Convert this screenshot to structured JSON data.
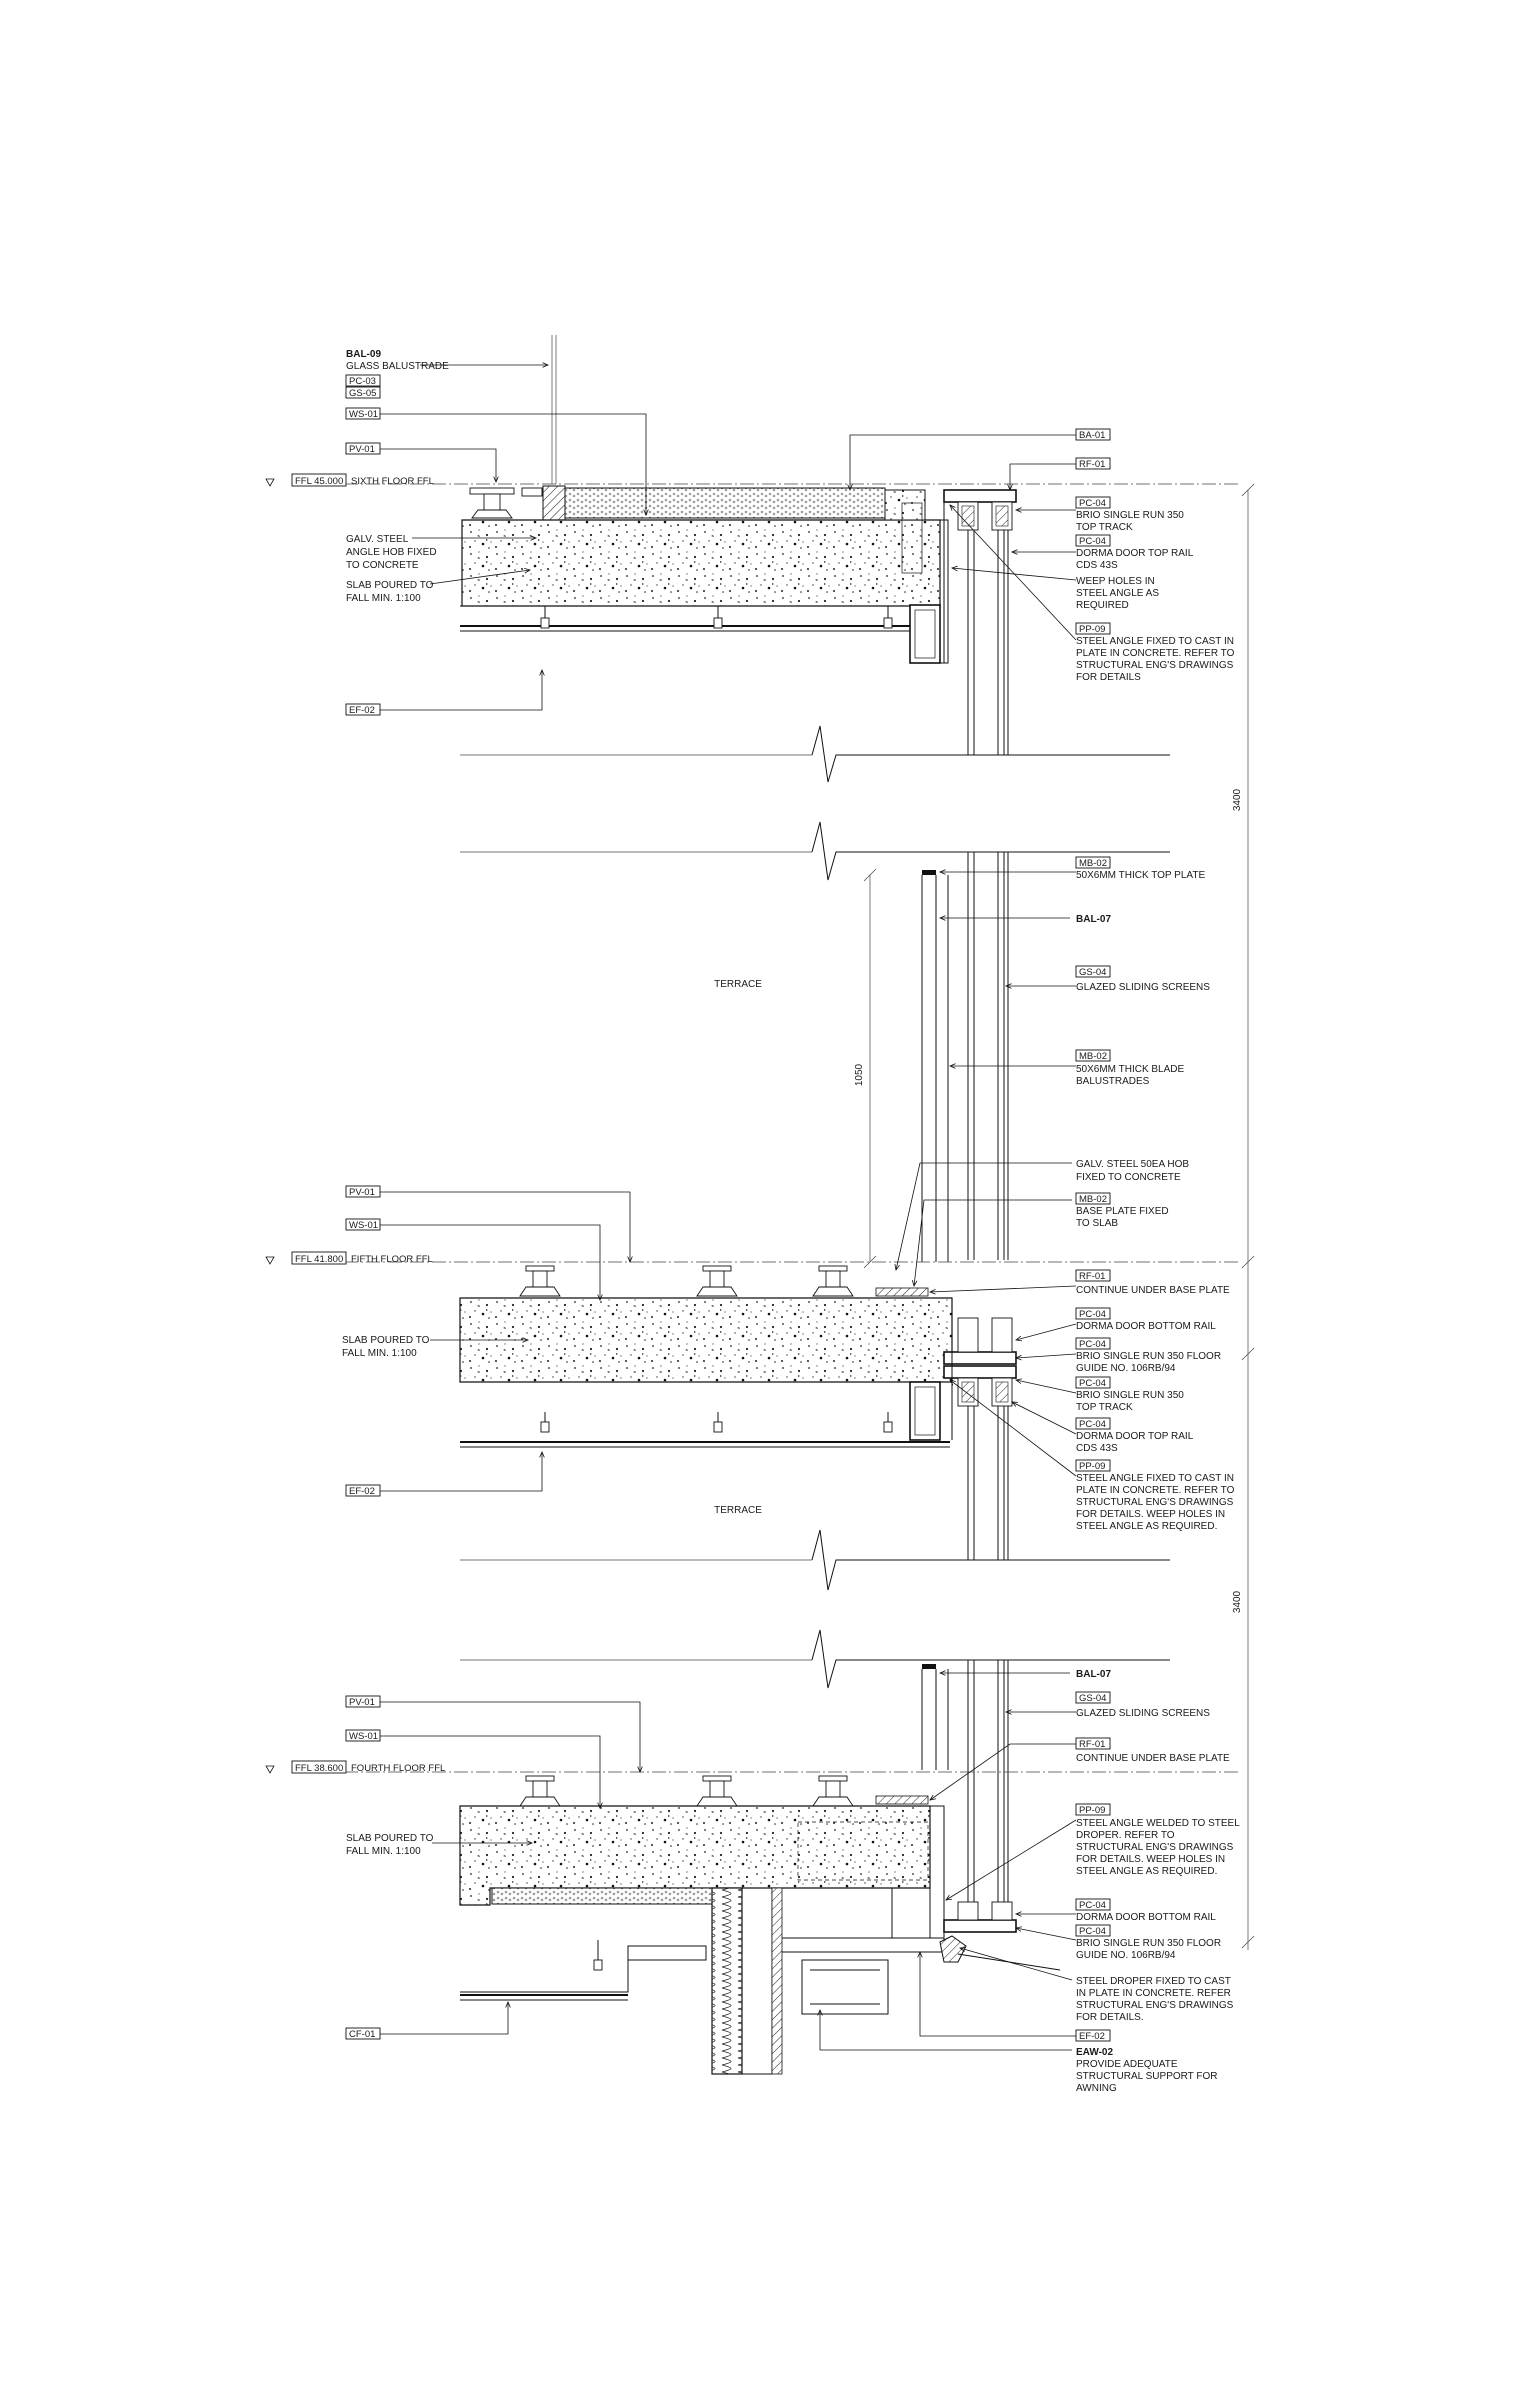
{
  "levels": {
    "sixth": {
      "ffl": "FFL 45.000",
      "label": "SIXTH FLOOR FFL"
    },
    "fifth": {
      "ffl": "FFL 41.800",
      "label": "FIFTH FLOOR FFL"
    },
    "fourth": {
      "ffl": "FFL 38.600",
      "label": "FOURTH FLOOR FFL"
    }
  },
  "left_tags": {
    "bal09_code": "BAL-09",
    "bal09_text": "GLASS BALUSTRADE",
    "pc03": "PC-03",
    "gs05": "GS-05",
    "ws01": "WS-01",
    "pv01": "PV-01",
    "galv_hob": [
      "GALV. STEEL",
      "ANGLE HOB FIXED",
      "TO CONCRETE"
    ],
    "slab_fall": [
      "SLAB POURED TO",
      "FALL MIN. 1:100"
    ],
    "ef02": "EF-02",
    "cf01": "CF-01"
  },
  "section_top_right": [
    {
      "tag": "BA-01",
      "lines": []
    },
    {
      "tag": "RF-01",
      "lines": []
    },
    {
      "tag": "PC-04",
      "lines": [
        "BRIO SINGLE RUN 350",
        "TOP TRACK"
      ]
    },
    {
      "tag": "PC-04",
      "lines": [
        "DORMA DOOR TOP RAIL",
        "CDS 43S",
        "WEEP HOLES IN",
        "STEEL ANGLE AS",
        "REQUIRED"
      ]
    },
    {
      "tag": "PP-09",
      "lines": [
        "STEEL ANGLE FIXED TO CAST IN",
        "PLATE IN CONCRETE. REFER TO",
        "STRUCTURAL ENG'S DRAWINGS",
        "FOR DETAILS"
      ]
    }
  ],
  "section_mid_right": [
    {
      "tag": "MB-02",
      "lines": [
        "50X6MM THICK TOP PLATE"
      ]
    },
    {
      "tag": "",
      "bold": "BAL-07",
      "lines": []
    },
    {
      "tag": "GS-04",
      "lines": [
        "GLAZED SLIDING SCREENS"
      ]
    },
    {
      "tag": "MB-02",
      "lines": [
        "50X6MM THICK BLADE",
        "BALUSTRADES"
      ]
    },
    {
      "tag": "",
      "lines": [
        "GALV. STEEL 50EA HOB",
        "FIXED TO CONCRETE"
      ]
    },
    {
      "tag": "MB-02",
      "lines": [
        "BASE PLATE FIXED",
        "TO SLAB"
      ]
    },
    {
      "tag": "RF-01",
      "lines": [
        "CONTINUE UNDER BASE PLATE"
      ]
    },
    {
      "tag": "PC-04",
      "lines": [
        "DORMA DOOR BOTTOM RAIL"
      ]
    },
    {
      "tag": "PC-04",
      "lines": [
        "BRIO SINGLE RUN 350 FLOOR",
        "GUIDE NO. 106RB/94"
      ]
    },
    {
      "tag": "PC-04",
      "lines": [
        "BRIO SINGLE RUN 350",
        "TOP TRACK"
      ]
    },
    {
      "tag": "PC-04",
      "lines": [
        "DORMA DOOR TOP RAIL",
        "CDS 43S"
      ]
    },
    {
      "tag": "PP-09",
      "lines": [
        "STEEL ANGLE FIXED TO CAST IN",
        "PLATE IN CONCRETE. REFER TO",
        "STRUCTURAL ENG'S DRAWINGS",
        "FOR DETAILS. WEEP HOLES IN",
        "STEEL ANGLE AS REQUIRED."
      ]
    }
  ],
  "section_low_right": [
    {
      "tag": "",
      "bold": "BAL-07",
      "lines": []
    },
    {
      "tag": "GS-04",
      "lines": [
        "GLAZED SLIDING SCREENS"
      ]
    },
    {
      "tag": "RF-01",
      "lines": [
        "CONTINUE UNDER BASE PLATE"
      ]
    },
    {
      "tag": "PP-09",
      "lines": [
        "STEEL ANGLE WELDED TO STEEL",
        "DROPER. REFER TO",
        "STRUCTURAL ENG'S DRAWINGS",
        "FOR DETAILS. WEEP HOLES IN",
        "STEEL ANGLE AS REQUIRED."
      ]
    },
    {
      "tag": "PC-04",
      "lines": [
        "DORMA DOOR BOTTOM RAIL"
      ]
    },
    {
      "tag": "PC-04",
      "lines": [
        "BRIO SINGLE RUN 350 FLOOR",
        "GUIDE NO. 106RB/94"
      ]
    },
    {
      "tag": "",
      "lines": [
        "STEEL DROPER FIXED TO CAST",
        "IN PLATE IN CONCRETE. REFER",
        "STRUCTURAL ENG'S DRAWINGS",
        "FOR DETAILS."
      ]
    },
    {
      "tag": "EF-02",
      "lines": []
    },
    {
      "tag": "",
      "bold": "EAW-02",
      "lines": [
        "PROVIDE ADEQUATE",
        "STRUCTURAL SUPPORT FOR",
        "AWNING"
      ]
    }
  ],
  "zones": {
    "terrace_1": "TERRACE",
    "terrace_2": "TERRACE"
  },
  "dimensions": {
    "floor_to_floor_1": "3400",
    "floor_to_floor_2": "3400",
    "balustrade_height": "1050"
  }
}
